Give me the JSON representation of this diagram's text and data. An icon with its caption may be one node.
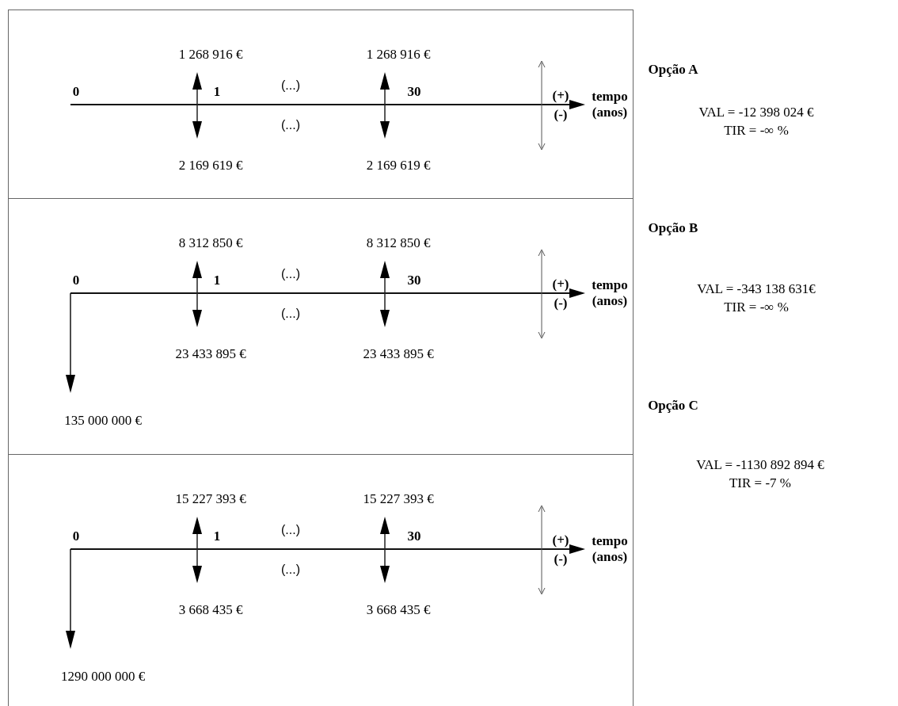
{
  "diagram": {
    "nodes": [
      {
        "text": [
          "1 268 916 €",
          "1 268 916 €",
          "0",
          "1",
          "(...)",
          "30",
          "(+)",
          "(-)",
          "tempo (anos)",
          "(...)",
          "2 169 619 €",
          "2 169 619 €"
        ]
      },
      {
        "text": [
          "8 312 850 €",
          "8 312 850 €",
          "0",
          "1",
          "(...)",
          "30",
          "(+)",
          "(-)",
          "tempo (anos)",
          "(...)",
          "23 433 895 €",
          "23 433 895 €",
          "135 000 000 €"
        ]
      },
      {
        "text": [
          "15 227 393 €",
          "15 227 393 €",
          "0",
          "1",
          "(...)",
          "30",
          "(+)",
          "(-)",
          "tempo (anos)",
          "(...)",
          "3 668 435 €",
          "3 668 435 €",
          "1290 000 000 €"
        ]
      }
    ],
    "labels": [
      "Opção A",
      "VAL = -12 398 024 €",
      "TIR = -∞ %",
      "Opção B",
      "VAL = -343 138 631€",
      "TIR = -∞ %",
      "Opção C",
      "VAL = -1130 892 894 €",
      "TIR = -7 %"
    ]
  }
}
